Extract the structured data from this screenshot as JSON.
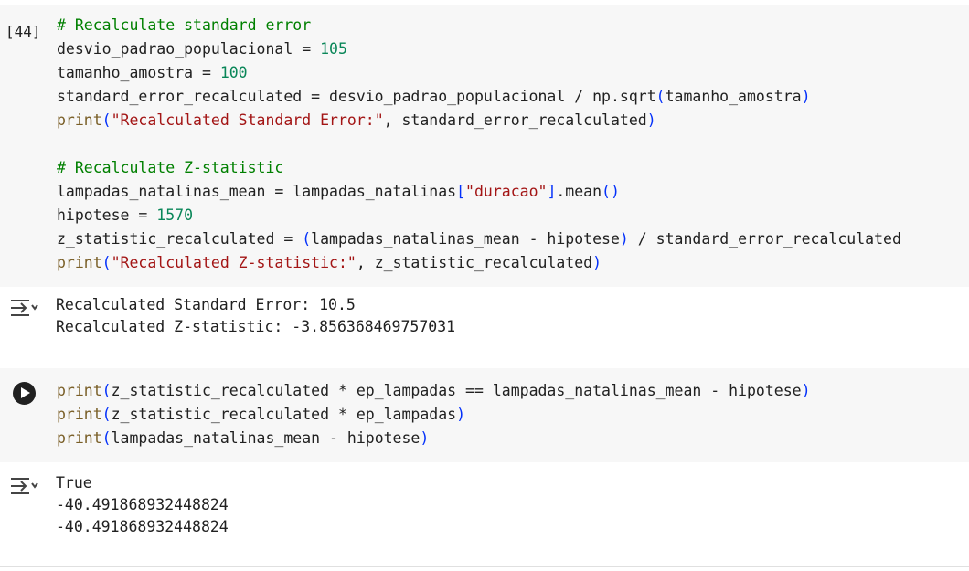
{
  "cell1": {
    "execution_count": "[44]",
    "lines": [
      [
        {
          "t": "# Recalculate standard error",
          "c": "c-comment"
        }
      ],
      [
        {
          "t": "desvio_padrao_populacional = ",
          "c": ""
        },
        {
          "t": "105",
          "c": "c-num"
        }
      ],
      [
        {
          "t": "tamanho_amostra = ",
          "c": ""
        },
        {
          "t": "100",
          "c": "c-num"
        }
      ],
      [
        {
          "t": "standard_error_recalculated = desvio_padrao_populacional / np.sqrt",
          "c": ""
        },
        {
          "t": "(",
          "c": "c-paren"
        },
        {
          "t": "tamanho_amostra",
          "c": ""
        },
        {
          "t": ")",
          "c": "c-paren"
        }
      ],
      [
        {
          "t": "print",
          "c": "c-builtin"
        },
        {
          "t": "(",
          "c": "c-paren"
        },
        {
          "t": "\"Recalculated Standard Error:\"",
          "c": "c-str"
        },
        {
          "t": ", standard_error_recalculated",
          "c": ""
        },
        {
          "t": ")",
          "c": "c-paren"
        }
      ],
      [
        {
          "t": "",
          "c": ""
        }
      ],
      [
        {
          "t": "# Recalculate Z-statistic",
          "c": "c-comment"
        }
      ],
      [
        {
          "t": "lampadas_natalinas_mean = lampadas_natalinas",
          "c": ""
        },
        {
          "t": "[",
          "c": "c-paren"
        },
        {
          "t": "\"duracao\"",
          "c": "c-str"
        },
        {
          "t": "]",
          "c": "c-paren"
        },
        {
          "t": ".mean",
          "c": ""
        },
        {
          "t": "()",
          "c": "c-paren"
        }
      ],
      [
        {
          "t": "hipotese = ",
          "c": ""
        },
        {
          "t": "1570",
          "c": "c-num"
        }
      ],
      [
        {
          "t": "z_statistic_recalculated = ",
          "c": ""
        },
        {
          "t": "(",
          "c": "c-paren"
        },
        {
          "t": "lampadas_natalinas_mean - hipotese",
          "c": ""
        },
        {
          "t": ")",
          "c": "c-paren"
        },
        {
          "t": " / standard_error_recalculated",
          "c": ""
        }
      ],
      [
        {
          "t": "print",
          "c": "c-builtin"
        },
        {
          "t": "(",
          "c": "c-paren"
        },
        {
          "t": "\"Recalculated Z-statistic:\"",
          "c": "c-str"
        },
        {
          "t": ", z_statistic_recalculated",
          "c": ""
        },
        {
          "t": ")",
          "c": "c-paren"
        }
      ]
    ]
  },
  "output1": {
    "lines": [
      "Recalculated Standard Error: 10.5",
      "Recalculated Z-statistic: -3.856368469757031"
    ]
  },
  "cell2": {
    "lines": [
      [
        {
          "t": "print",
          "c": "c-builtin"
        },
        {
          "t": "(",
          "c": "c-paren"
        },
        {
          "t": "z_statistic_recalculated * ep_lampadas == lampadas_natalinas_mean - hipotese",
          "c": ""
        },
        {
          "t": ")",
          "c": "c-paren"
        }
      ],
      [
        {
          "t": "print",
          "c": "c-builtin"
        },
        {
          "t": "(",
          "c": "c-paren"
        },
        {
          "t": "z_statistic_recalculated * ep_lampadas",
          "c": ""
        },
        {
          "t": ")",
          "c": "c-paren"
        }
      ],
      [
        {
          "t": "print",
          "c": "c-builtin"
        },
        {
          "t": "(",
          "c": "c-paren"
        },
        {
          "t": "lampadas_natalinas_mean - hipotese",
          "c": ""
        },
        {
          "t": ")",
          "c": "c-paren"
        }
      ]
    ]
  },
  "output2": {
    "lines": [
      "True",
      "-40.491868932448824",
      "-40.491868932448824"
    ]
  },
  "icons": {
    "run_button": "play-icon",
    "output_toggle": "output-collapse-icon"
  },
  "colors": {
    "cell_background": "#f7f7f7",
    "comment": "#008000",
    "number": "#098658",
    "string": "#a31515",
    "builtin": "#795e26",
    "bracket": "#0431fa"
  }
}
